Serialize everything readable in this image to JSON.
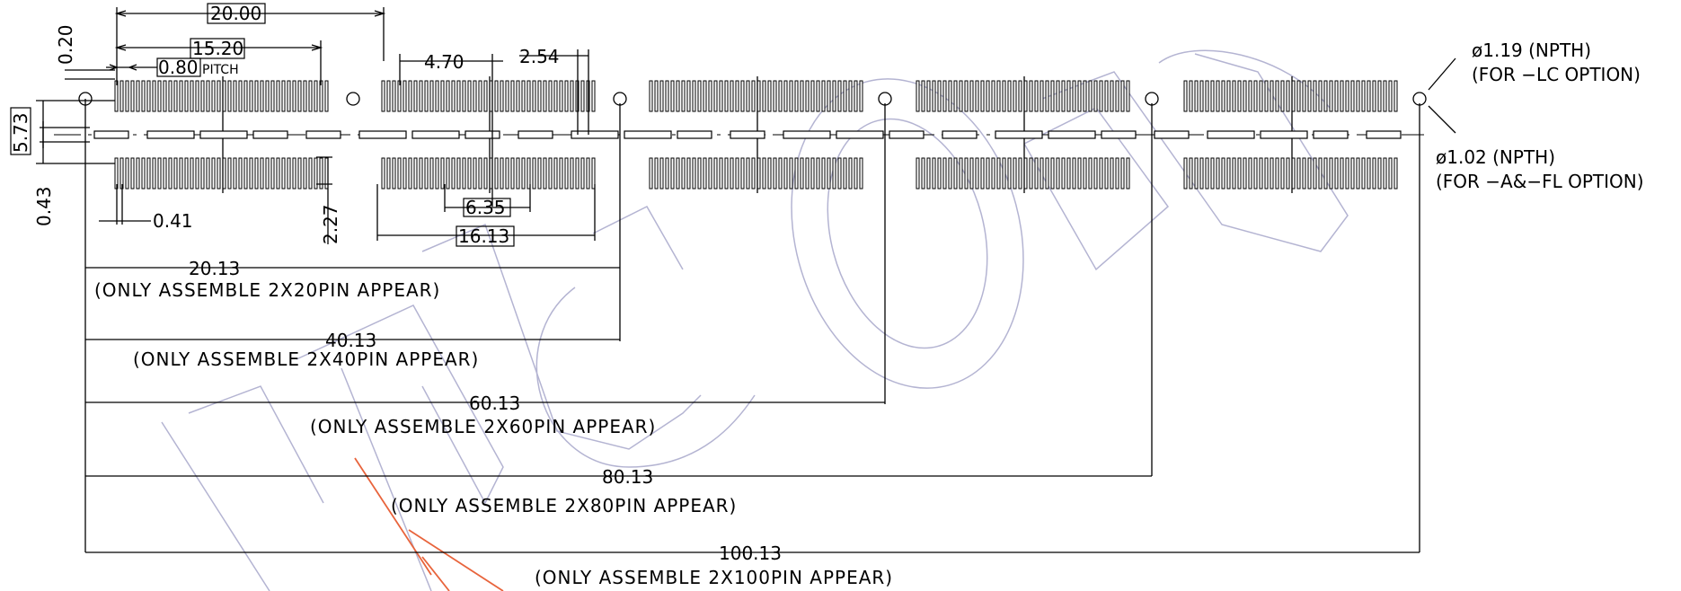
{
  "dimensions": {
    "d_20_00": "20.00",
    "d_15_20": "15.20",
    "d_0_80": "0.80",
    "pitch_label": "PITCH",
    "d_0_20": "0.20",
    "d_5_73": "5.73",
    "d_0_43": "0.43",
    "d_0_41": "0.41",
    "d_2_27": "2.27",
    "d_4_70": "4.70",
    "d_2_54": "2.54",
    "d_6_35": "6.35",
    "d_16_13": "16.13"
  },
  "holes": {
    "npth_1": "ø1.19 (NPTH)",
    "npth_1_option": "(FOR −LC OPTION)",
    "npth_2": "ø1.02 (NPTH)",
    "npth_2_option": "(FOR −A&−FL OPTION)"
  },
  "assemblies": [
    {
      "length": "20.13",
      "note": "(ONLY ASSEMBLE 2X20PIN APPEAR)"
    },
    {
      "length": "40.13",
      "note": "(ONLY ASSEMBLE 2X40PIN APPEAR)"
    },
    {
      "length": "60.13",
      "note": "(ONLY ASSEMBLE 2X60PIN APPEAR)"
    },
    {
      "length": "80.13",
      "note": "(ONLY ASSEMBLE 2X80PIN APPEAR)"
    },
    {
      "length": "100.13",
      "note": "(ONLY ASSEMBLE 2X100PIN APPEAR)"
    }
  ],
  "watermark": {
    "text": "WCON",
    "color": "#b4b4d2",
    "accent": "#e8643c"
  },
  "colors": {
    "line": "#000000",
    "background": "#ffffff"
  }
}
